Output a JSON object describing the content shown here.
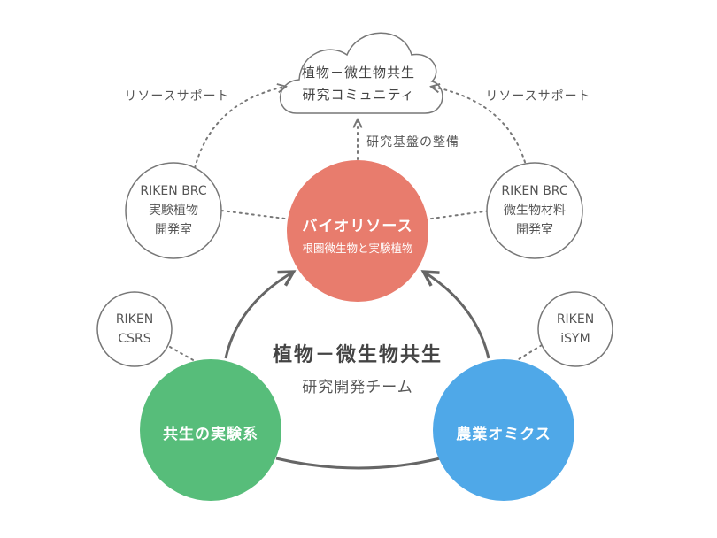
{
  "colors": {
    "red": "#e87c6d",
    "green": "#57bd7a",
    "blue": "#4fa8e8",
    "line": "#666666",
    "dotted": "#777777",
    "outline": "#777777"
  },
  "cloud": {
    "line1": "植物－微生物共生",
    "line2": "研究コミュニティ"
  },
  "labels": {
    "resource_support_left": "リソースサポート",
    "resource_support_right": "リソースサポート",
    "infrastructure": "研究基盤の整備"
  },
  "partners": {
    "brc_plants": [
      "RIKEN BRC",
      "実験植物",
      "開発室"
    ],
    "brc_microbes": [
      "RIKEN BRC",
      "微生物材料",
      "開発室"
    ],
    "csrs": [
      "RIKEN",
      "CSRS"
    ],
    "isym": [
      "RIKEN",
      "iSYM"
    ]
  },
  "bioresource": {
    "title": "バイオリソース",
    "subtitle": "根圏微生物と実験植物"
  },
  "team": {
    "title": "植物－微生物共生",
    "subtitle": "研究開発チーム"
  },
  "symbiosis": {
    "title": "共生の実験系"
  },
  "omics": {
    "title": "農業オミクス"
  }
}
